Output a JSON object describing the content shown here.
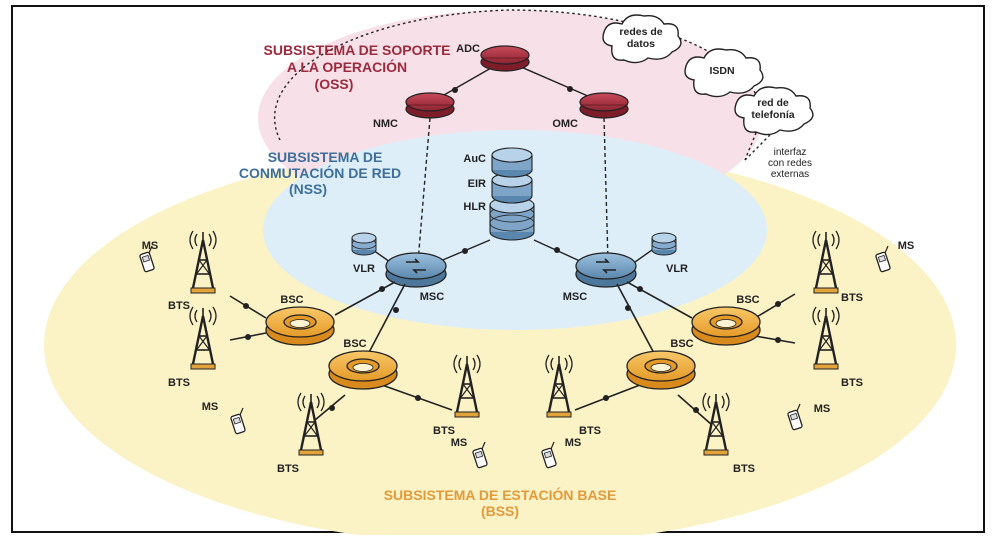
{
  "colors": {
    "oss_region": "#f7dfe8",
    "nss_region": "#dcecf8",
    "bss_region": "#fbf3c6",
    "oss_disk": "#a83242",
    "nss_disk": "#6f9cc2",
    "bss_ring": "#f2b041",
    "oss_title": "#9c2a3c",
    "nss_title": "#3d6f9a",
    "bss_title": "#e39a3a"
  },
  "titles": {
    "oss_line1": "SUBSISTEMA DE SOPORTE",
    "oss_line2": "A LA OPERACIÓN",
    "oss_line3": "(OSS)",
    "nss_line1": "SUBSISTEMA DE",
    "nss_line2": "CONMUTACIÓN DE RED",
    "nss_line3": "(NSS)",
    "bss_line1": "SUBSISTEMA DE ESTACIÓN BASE",
    "bss_line2": "(BSS)"
  },
  "oss_nodes": {
    "adc": "ADC",
    "nmc": "NMC",
    "omc": "OMC"
  },
  "nss_nodes": {
    "auc": "AuC",
    "eir": "EIR",
    "hlr": "HLR",
    "vlr": "VLR",
    "msc": "MSC"
  },
  "bss_nodes": {
    "bsc": "BSC",
    "bts": "BTS",
    "ms": "MS"
  },
  "clouds": {
    "data_line1": "redes de",
    "data_line2": "datos",
    "isdn": "ISDN",
    "tel_line1": "red de",
    "tel_line2": "telefonía"
  },
  "external_interface": {
    "line1": "interfaz",
    "line2": "con redes",
    "line3": "externas"
  },
  "icons": [
    "cloud-icon",
    "database-disk-icon",
    "switch-icon",
    "ring-icon",
    "antenna-tower-icon",
    "phone-icon"
  ]
}
